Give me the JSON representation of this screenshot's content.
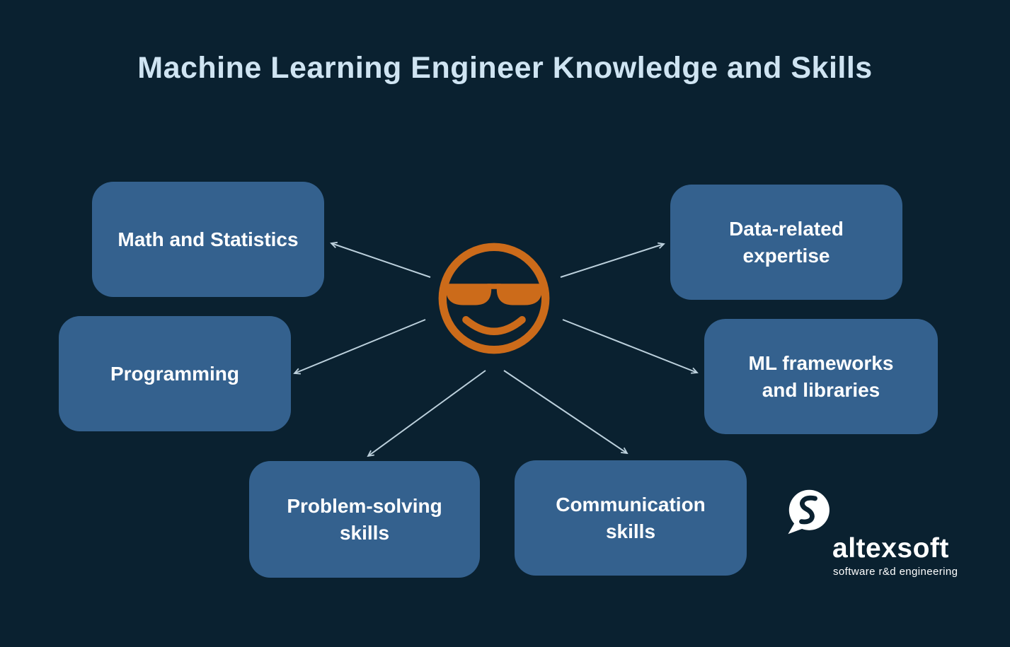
{
  "title": "Machine Learning Engineer Knowledge and Skills",
  "colors": {
    "background": "#0a2130",
    "node_fill": "#34618e",
    "title_text": "#cfe4f2",
    "node_text": "#ffffff",
    "smiley_orange": "#cc6b1a",
    "arrow": "#bcd0dc"
  },
  "nodes": [
    {
      "id": "math",
      "label": "Math and Statistics"
    },
    {
      "id": "programming",
      "label": "Programming"
    },
    {
      "id": "data",
      "label": "Data-related expertise"
    },
    {
      "id": "ml",
      "label": "ML frameworks and libraries"
    },
    {
      "id": "problem",
      "label": "Problem-solving skills"
    },
    {
      "id": "communication",
      "label": "Communication skills"
    }
  ],
  "center_icon": "sunglasses-smiley",
  "logo": {
    "name": "altexsoft",
    "tagline": "software r&d engineering"
  }
}
